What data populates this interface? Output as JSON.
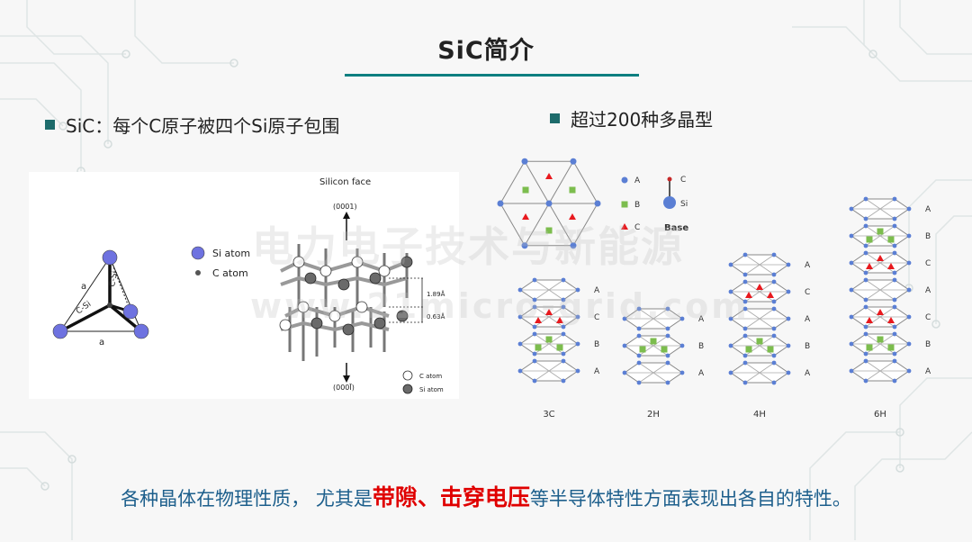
{
  "slide": {
    "title": "SiC简介",
    "bullet_left": "SiC：每个C原子被四个Si原子包围",
    "bullet_right": "超过200种多晶型",
    "bottom": {
      "pre": "各种晶体在物理性质， 尤其是",
      "highlight": "带隙、击穿电压",
      "post": "等半导体特性方面表现出各自的特性。"
    },
    "watermark_cn": "电力电子技术与新能源",
    "watermark_en": "www.21micro-grid.com"
  },
  "left_figure": {
    "label_si_atom": "Si atom",
    "label_c_atom": "C atom",
    "label_silicon_face": "Silicon face",
    "label_0001": "(0001)",
    "label_000-1": "(000Ī)",
    "label_a": "a",
    "label_c_si_1": "C-Si",
    "label_c_si_2": "C-Si",
    "dim_1": "1.89Å",
    "dim_2": "0.63Å",
    "legend_c": "C atom",
    "legend_si": "Si atom"
  },
  "right_figure": {
    "legend_a": "A",
    "legend_b": "B",
    "legend_c": "C",
    "base_c": "C",
    "base_si": "Si",
    "base_label": "Base",
    "polytypes": [
      "3C",
      "2H",
      "4H",
      "6H"
    ],
    "stack_3c": [
      "A",
      "C",
      "B",
      "A"
    ],
    "stack_2h": [
      "A",
      "B",
      "A"
    ],
    "stack_4h": [
      "A",
      "C",
      "A",
      "B",
      "A"
    ],
    "stack_6h": [
      "A",
      "B",
      "C",
      "A",
      "C",
      "B",
      "A"
    ]
  },
  "colors": {
    "accent": "#0d7f80",
    "bullet": "#1d6b6b",
    "highlight": "#e00000",
    "bottom_text": "#1d5f8c",
    "atom_blue": "#5b7fd4",
    "square_green": "#7cbd4e",
    "triangle_red": "#e8191e"
  }
}
